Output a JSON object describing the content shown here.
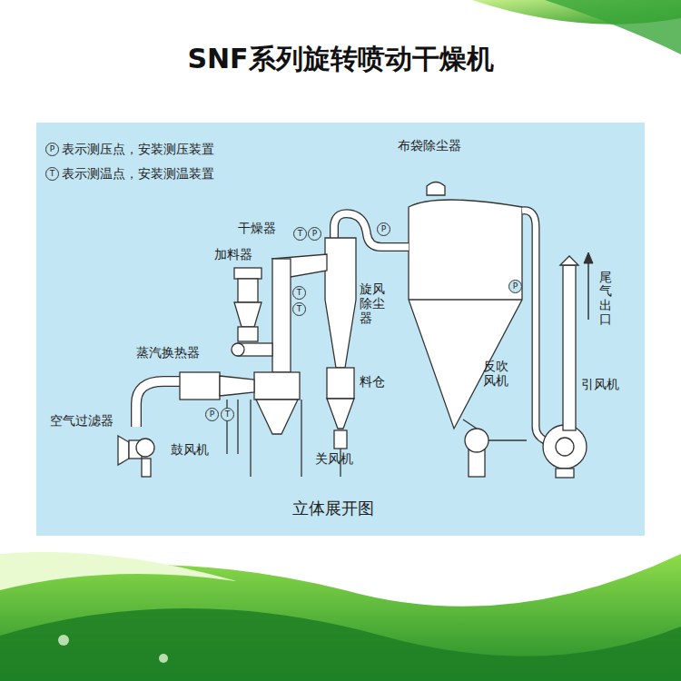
{
  "diagram": {
    "title": "SNF系列旋转喷动干燥机",
    "caption": "立体展开图",
    "labels": [
      "P",
      "T",
      "布袋除尘器",
      "干燥器",
      "T",
      "P",
      "P",
      "加料器",
      "T",
      "T",
      "旋风除尘器",
      "P",
      "尾气出口",
      "蒸汽换热器",
      "料仓",
      "反吹风机",
      "引风机",
      "P",
      "T",
      "空气过滤器",
      "鼓风机",
      "关风机"
    ],
    "legend": [
      {
        "text": "表示测压点，安装测压装置"
      },
      {
        "text": "表示测温点，安装测温装置"
      }
    ]
  }
}
